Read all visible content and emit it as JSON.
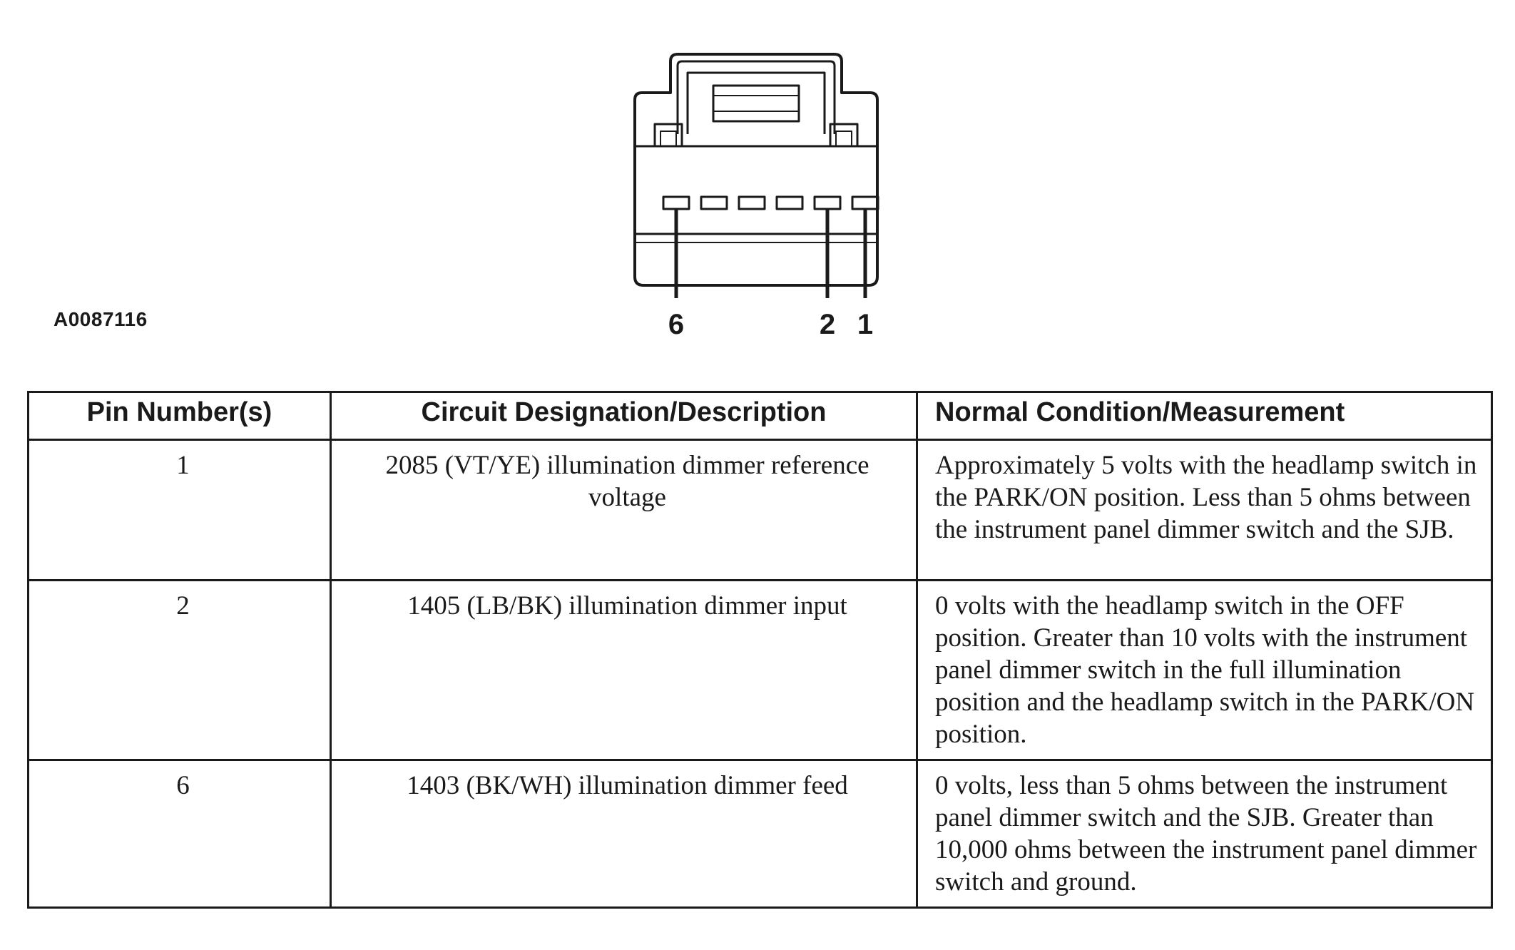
{
  "figure": {
    "id": "A0087116",
    "pin_labels": [
      "6",
      "2",
      "1"
    ]
  },
  "table": {
    "headers": [
      "Pin Number(s)",
      "Circuit Designation/Description",
      "Normal Condition/Measurement"
    ],
    "rows": [
      {
        "pin": "1",
        "circuit": "2085 (VT/YE) illumination dimmer reference voltage",
        "measurement": "Approximately 5 volts with the headlamp switch in the PARK/ON position. Less than 5 ohms between the instrument panel dimmer switch and the SJB."
      },
      {
        "pin": "2",
        "circuit": "1405 (LB/BK) illumination dimmer input",
        "measurement": "0 volts with the headlamp switch in the OFF position. Greater than 10 volts with the instrument panel dimmer switch in the full illumination position and the headlamp switch in the PARK/ON position."
      },
      {
        "pin": "6",
        "circuit": "1403 (BK/WH) illumination dimmer feed",
        "measurement": "0 volts, less than 5 ohms between the instrument panel dimmer switch and the SJB. Greater than 10,000 ohms between the instrument panel dimmer switch and ground."
      }
    ]
  }
}
